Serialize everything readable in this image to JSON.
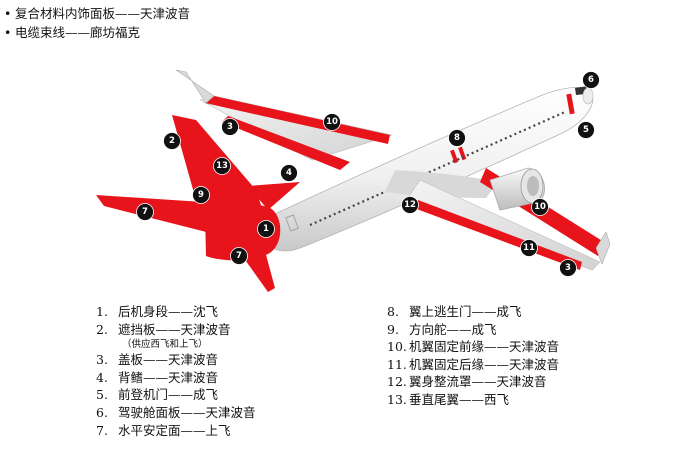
{
  "bullets": [
    "复合材料内饰面板——天津波音",
    "电缆束线——廊坊福克"
  ],
  "markers": [
    "1",
    "2",
    "3",
    "4",
    "5",
    "6",
    "7",
    "8",
    "9",
    "10",
    "11",
    "12",
    "13"
  ],
  "legend_left": [
    {
      "num": "1.",
      "text": "后机身段——沈飞"
    },
    {
      "num": "2.",
      "text": "遮挡板——天津波音",
      "sub": "（供应西飞和上飞）"
    },
    {
      "num": "3.",
      "text": "盖板——天津波音"
    },
    {
      "num": "4.",
      "text": "背鳍——天津波音"
    },
    {
      "num": "5.",
      "text": "前登机门——成飞"
    },
    {
      "num": "6.",
      "text": "驾驶舱面板——天津波音"
    },
    {
      "num": "7.",
      "text": "水平安定面——上飞"
    }
  ],
  "legend_right": [
    {
      "num": "8.",
      "text": "翼上逃生门——成飞"
    },
    {
      "num": "9.",
      "text": "方向舵——成飞"
    },
    {
      "num": "10.",
      "text": "机翼固定前缘——天津波音"
    },
    {
      "num": "11.",
      "text": "机翼固定后缘——天津波音"
    },
    {
      "num": "12.",
      "text": "翼身整流罩——天津波音"
    },
    {
      "num": "13.",
      "text": "垂直尾翼——西飞"
    }
  ],
  "colors": {
    "highlight": "#e8141b",
    "fuselage": "#f2f2f2",
    "marker": "#111111",
    "marker_text": "#ffffff"
  }
}
